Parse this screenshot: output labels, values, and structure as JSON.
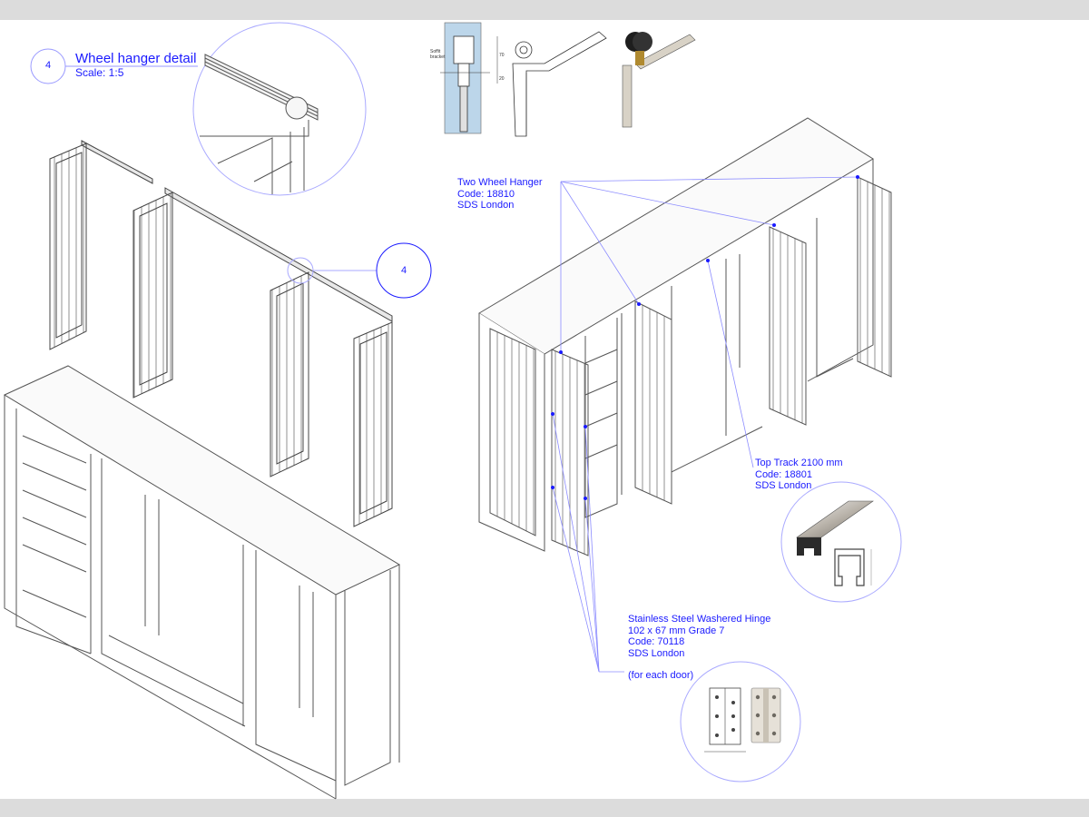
{
  "detail": {
    "number": "4",
    "title": "Wheel hanger detail",
    "scale": "Scale: 1:5",
    "callout_number": "4"
  },
  "annotations": {
    "hanger": {
      "line1": "Two Wheel Hanger",
      "line2": "Code: 18810",
      "line3": "SDS London"
    },
    "track": {
      "line1": "Top Track 2100 mm",
      "line2": "Code: 18801",
      "line3": "SDS London"
    },
    "hinge": {
      "line1": "Stainless Steel Washered Hinge",
      "line2": "102 x 67 mm Grade 7",
      "line3": "Code: 70118",
      "line4": "SDS London",
      "note": "(for each door)"
    }
  },
  "hanger_drawing_labels": {
    "soffit": "Soffit",
    "bracket": "bracket",
    "dim_70": "70",
    "dim_20": "20"
  },
  "colors": {
    "annotation": "#1a1aff",
    "leader": "#8c8cff",
    "linework": "#444444",
    "band": "#dcdcdc"
  }
}
